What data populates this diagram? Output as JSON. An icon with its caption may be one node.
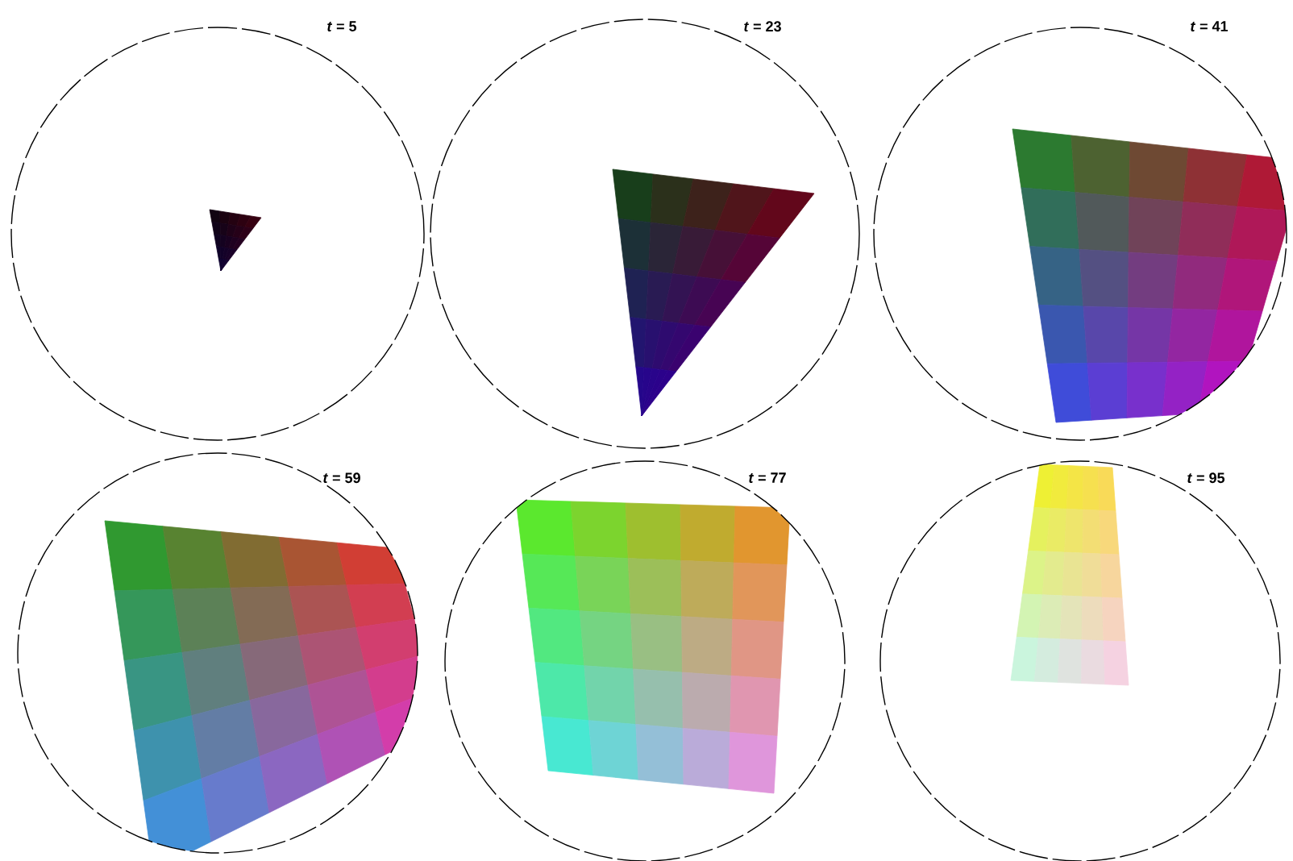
{
  "diagram": {
    "labels": [
      "*t* = 5",
      "*t* = 23",
      "*t* = 41",
      "*t* = 59",
      "*t* = 77",
      "*t* = 95"
    ]
  }
}
